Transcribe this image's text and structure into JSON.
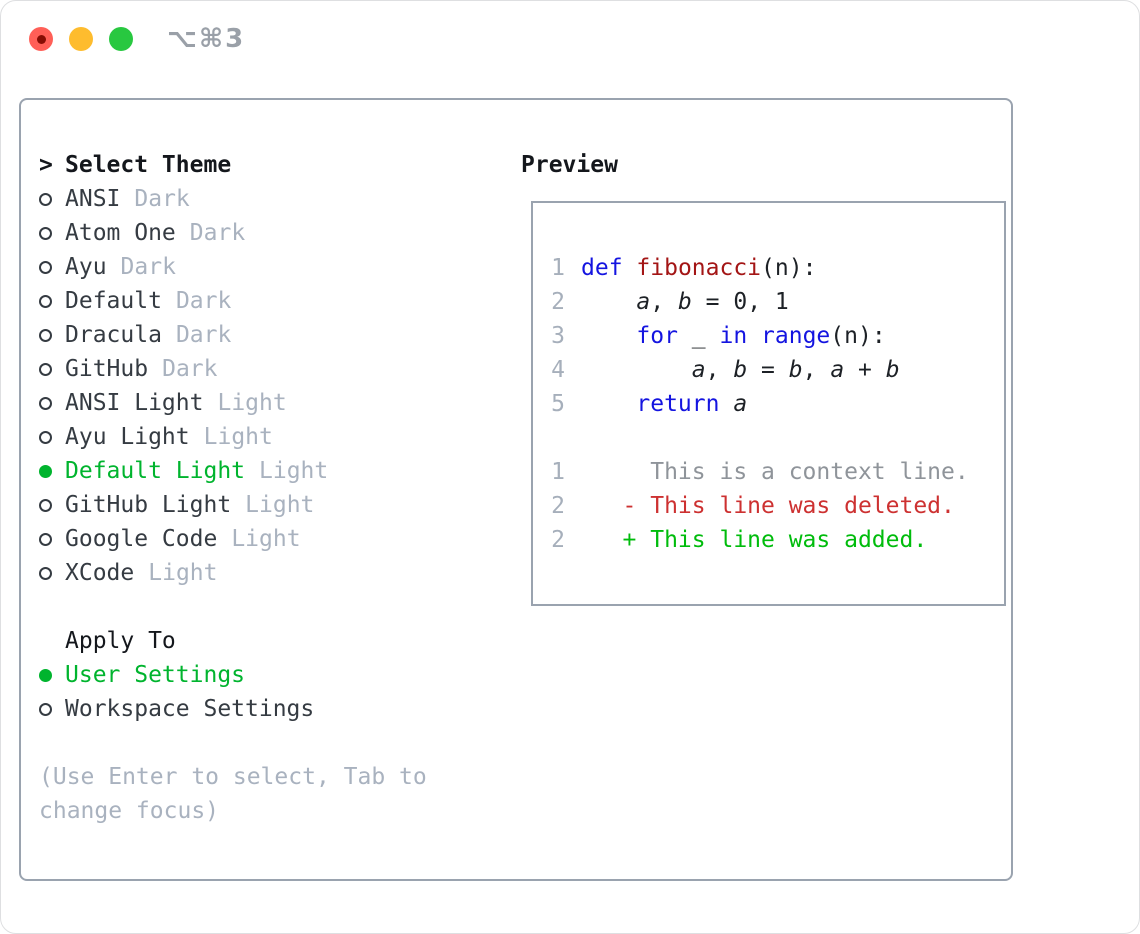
{
  "window": {
    "title": "⌥⌘3",
    "traffic_lights": [
      "close",
      "minimize",
      "zoom"
    ]
  },
  "theme_list": {
    "prompt": ">",
    "heading": "Select Theme",
    "items": [
      {
        "label": "ANSI",
        "variant": "Dark",
        "selected": false
      },
      {
        "label": "Atom One",
        "variant": "Dark",
        "selected": false
      },
      {
        "label": "Ayu",
        "variant": "Dark",
        "selected": false
      },
      {
        "label": "Default",
        "variant": "Dark",
        "selected": false
      },
      {
        "label": "Dracula",
        "variant": "Dark",
        "selected": false
      },
      {
        "label": "GitHub",
        "variant": "Dark",
        "selected": false
      },
      {
        "label": "ANSI Light",
        "variant": "Light",
        "selected": false
      },
      {
        "label": "Ayu Light",
        "variant": "Light",
        "selected": false
      },
      {
        "label": "Default Light",
        "variant": "Light",
        "selected": true
      },
      {
        "label": "GitHub Light",
        "variant": "Light",
        "selected": false
      },
      {
        "label": "Google Code",
        "variant": "Light",
        "selected": false
      },
      {
        "label": "XCode",
        "variant": "Light",
        "selected": false
      }
    ]
  },
  "apply_to": {
    "heading": "Apply To",
    "options": [
      {
        "label": "User Settings",
        "selected": true
      },
      {
        "label": "Workspace Settings",
        "selected": false
      }
    ]
  },
  "hint_lines": [
    "(Use Enter to select, Tab to",
    "change focus)"
  ],
  "preview": {
    "heading": "Preview",
    "code_lines": [
      {
        "num": "1",
        "tokens": [
          {
            "t": "def",
            "c": "kw"
          },
          {
            "t": " "
          },
          {
            "t": "fibonacci",
            "c": "fn"
          },
          {
            "t": "(n):"
          }
        ]
      },
      {
        "num": "2",
        "tokens": [
          {
            "t": "    "
          },
          {
            "t": "a",
            "c": "var"
          },
          {
            "t": ", "
          },
          {
            "t": "b",
            "c": "var"
          },
          {
            "t": " = 0, 1"
          }
        ]
      },
      {
        "num": "3",
        "tokens": [
          {
            "t": "    "
          },
          {
            "t": "for",
            "c": "kw"
          },
          {
            "t": " _ "
          },
          {
            "t": "in",
            "c": "kw"
          },
          {
            "t": " "
          },
          {
            "t": "range",
            "c": "kw"
          },
          {
            "t": "(n):"
          }
        ]
      },
      {
        "num": "4",
        "tokens": [
          {
            "t": "        "
          },
          {
            "t": "a",
            "c": "var"
          },
          {
            "t": ", "
          },
          {
            "t": "b",
            "c": "var"
          },
          {
            "t": " = "
          },
          {
            "t": "b",
            "c": "var"
          },
          {
            "t": ", "
          },
          {
            "t": "a",
            "c": "var"
          },
          {
            "t": " + "
          },
          {
            "t": "b",
            "c": "var"
          }
        ]
      },
      {
        "num": "5",
        "tokens": [
          {
            "t": "    "
          },
          {
            "t": "return",
            "c": "kw"
          },
          {
            "t": " "
          },
          {
            "t": "a",
            "c": "var"
          }
        ]
      }
    ],
    "diff_lines": [
      {
        "num": "1",
        "text": "     This is a context line.",
        "kind": "context"
      },
      {
        "num": "2",
        "text": "   - This line was deleted.",
        "kind": "deleted"
      },
      {
        "num": "2",
        "text": "   + This line was added.",
        "kind": "added"
      }
    ]
  },
  "colors": {
    "accent_green": "#00b42e",
    "muted_gray": "#a9b2bf",
    "item_text": "#353b42",
    "heading_black": "#14171c",
    "panel_border": "#9aa3af",
    "keyword_blue": "#1414e0",
    "function_red": "#a31515",
    "code_text": "#1d2126",
    "line_number_gray": "#a6afbb",
    "diff_context_gray": "#8f949a",
    "diff_deleted_red": "#cd3131",
    "diff_added_green": "#00bc0c",
    "traffic_red": "#ff5f57",
    "traffic_yellow": "#febc2e",
    "traffic_green": "#28c840",
    "window_title_gray": "#9aa0a8"
  }
}
